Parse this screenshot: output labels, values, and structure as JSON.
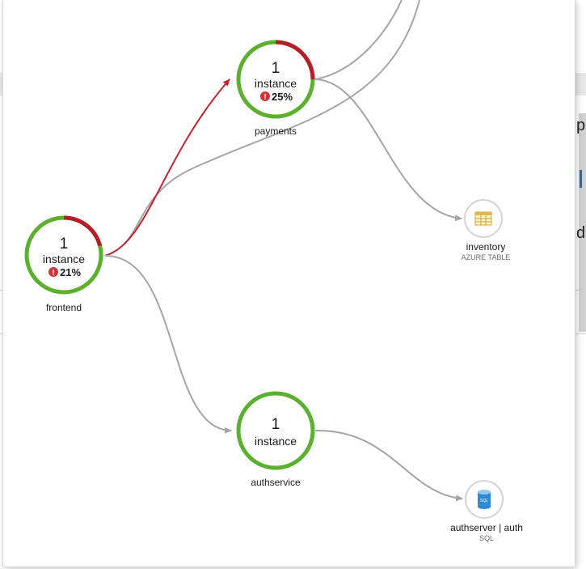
{
  "colors": {
    "healthy": "#5bb02d",
    "failed": "#b81e2a",
    "edge_normal": "#a5a5a5",
    "edge_failed": "#c0262e",
    "error_badge": "#d13438"
  },
  "nodes": {
    "frontend": {
      "count": "1",
      "unit": "instance",
      "error_rate": "21%",
      "failed_fraction": 0.21,
      "label": "frontend"
    },
    "payments": {
      "count": "1",
      "unit": "instance",
      "error_rate": "25%",
      "failed_fraction": 0.25,
      "label": "payments"
    },
    "authservice": {
      "count": "1",
      "unit": "instance",
      "failed_fraction": 0,
      "label": "authservice"
    }
  },
  "dependencies": {
    "inventory": {
      "name": "inventory",
      "type": "AZURE TABLE",
      "icon": "azure-table-icon"
    },
    "authserver": {
      "name": "authserver | auth",
      "type": "SQL",
      "icon": "sql-database-icon"
    }
  },
  "background": {
    "edge_chars": [
      "p",
      "d"
    ]
  }
}
